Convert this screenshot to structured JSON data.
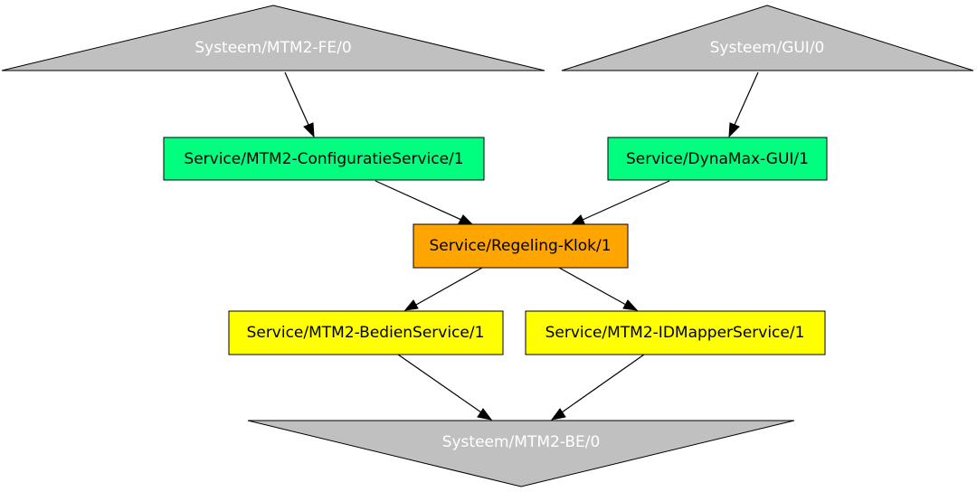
{
  "colors": {
    "system": "#c0c0c0",
    "service_top": "#00ff7f",
    "service_middle": "#ffa500",
    "service_bottom": "#ffff00"
  },
  "nodes": {
    "mtm2_fe": {
      "label": "Systeem/MTM2-FE/0",
      "color": "#c0c0c0"
    },
    "gui": {
      "label": "Systeem/GUI/0",
      "color": "#c0c0c0"
    },
    "configuratie": {
      "label": "Service/MTM2-ConfiguratieService/1",
      "color": "#00ff7f"
    },
    "dynamax_gui": {
      "label": "Service/DynaMax-GUI/1",
      "color": "#00ff7f"
    },
    "regeling_klok": {
      "label": "Service/Regeling-Klok/1",
      "color": "#ffa500"
    },
    "bedien": {
      "label": "Service/MTM2-BedienService/1",
      "color": "#ffff00"
    },
    "idmapper": {
      "label": "Service/MTM2-IDMapperService/1",
      "color": "#ffff00"
    },
    "mtm2_be": {
      "label": "Systeem/MTM2-BE/0",
      "color": "#c0c0c0"
    }
  },
  "edges": [
    {
      "from": "mtm2_fe",
      "to": "configuratie"
    },
    {
      "from": "gui",
      "to": "dynamax_gui"
    },
    {
      "from": "configuratie",
      "to": "regeling_klok"
    },
    {
      "from": "dynamax_gui",
      "to": "regeling_klok"
    },
    {
      "from": "regeling_klok",
      "to": "bedien"
    },
    {
      "from": "regeling_klok",
      "to": "idmapper"
    },
    {
      "from": "bedien",
      "to": "mtm2_be"
    },
    {
      "from": "idmapper",
      "to": "mtm2_be"
    }
  ]
}
